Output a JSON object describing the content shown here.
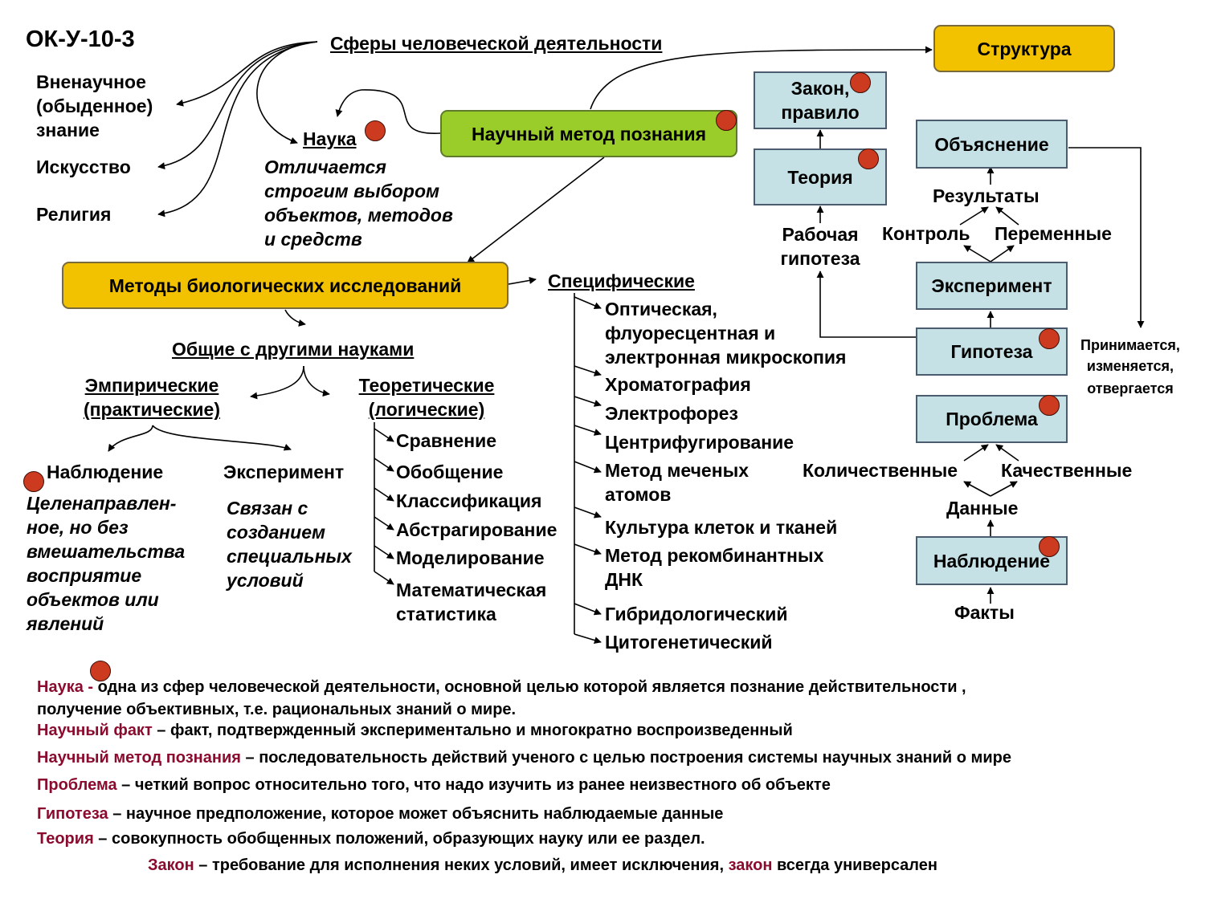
{
  "title": "ОК-У-10-3",
  "spheres": {
    "heading": "Сферы человеческой деятельности",
    "items": [
      "Вненаучное",
      "(обыденное)",
      "знание",
      "Искусство",
      "Религия"
    ],
    "science": "Наука",
    "science_desc": [
      "Отличается",
      "строгим выбором",
      "объектов, методов",
      "и средств"
    ]
  },
  "method_box": "Научный метод познания",
  "methods_box": "Методы биологических исследований",
  "general": {
    "heading": "Общие с другими науками",
    "empirical": [
      "Эмпирические",
      "(практические)"
    ],
    "theoretical": [
      "Теоретические",
      "(логические)"
    ],
    "observation": "Наблюдение",
    "observation_desc": [
      "Целенаправлен-",
      "ное, но без",
      "вмешательства",
      "восприятие",
      "объектов или",
      "явлений"
    ],
    "experiment": "Эксперимент",
    "experiment_desc": [
      "Связан с",
      "созданием",
      "специальных",
      "условий"
    ],
    "theory_list": [
      "Сравнение",
      "Обобщение",
      "Классификация",
      "Абстрагирование",
      "Моделирование",
      "Математическая",
      "статистика"
    ]
  },
  "specific": {
    "heading": "Специфические",
    "items": [
      "Оптическая,",
      "флуоресцентная и",
      "электронная микроскопия",
      "Хроматография",
      "Электрофорез",
      "Центрифугирование",
      "Метод меченых",
      "атомов",
      "Культура клеток и тканей",
      "Метод рекомбинантных",
      "ДНК",
      "Гибридологический",
      "Цитогенетический"
    ]
  },
  "structure": {
    "header": "Структура",
    "law": [
      "Закон,",
      "правило"
    ],
    "theory": "Теория",
    "working_hypothesis": [
      "Рабочая",
      "гипотеза"
    ],
    "explanation": "Объяснение",
    "results": "Результаты",
    "control": "Контроль",
    "variables": "Переменные",
    "experiment": "Эксперимент",
    "hypothesis": "Гипотеза",
    "outcome": [
      "Принимается,",
      "изменяется,",
      "отвергается"
    ],
    "problem": "Проблема",
    "quantitative": "Количественные",
    "qualitative": "Качественные",
    "data": "Данные",
    "observation": "Наблюдение",
    "facts": "Факты"
  },
  "definitions": [
    {
      "term": "Наука",
      "sep": " - ",
      "text": " одна из сфер человеческой деятельности, основной целью которой является познание действительности ,"
    },
    {
      "term": "",
      "sep": "",
      "text": "получение объективных, т.е. рациональных знаний о мире."
    },
    {
      "term": "Научный факт",
      "sep": " – ",
      "text": "факт, подтвержденный экспериментально и многократно воспроизведенный"
    },
    {
      "term": "Научный метод познания",
      "sep": " – ",
      "text": "последовательность действий ученого с целью построения системы научных знаний о мире"
    },
    {
      "term": "Проблема",
      "sep": " – ",
      "text": "четкий вопрос относительно того, что надо изучить из ранее неизвестного об объекте"
    },
    {
      "term": "Гипотеза",
      "sep": " – ",
      "text": "научное предположение, которое может объяснить наблюдаемые данные"
    },
    {
      "term": "Теория",
      "sep": " – ",
      "text": "совокупность обобщенных положений, образующих науку или ее раздел."
    }
  ],
  "law_def": {
    "term": "Закон",
    "sep": " – ",
    "text": "требование для исполнения неких условий, имеет исключения, ",
    "term2": "закон",
    "text2": " всегда универсален"
  },
  "colors": {
    "term": "#8a0b2e",
    "dot": "#cc3a1f",
    "blue_box": "#c5e1e5",
    "yellow_box": "#f2c200",
    "green_box": "#9acd2a"
  }
}
